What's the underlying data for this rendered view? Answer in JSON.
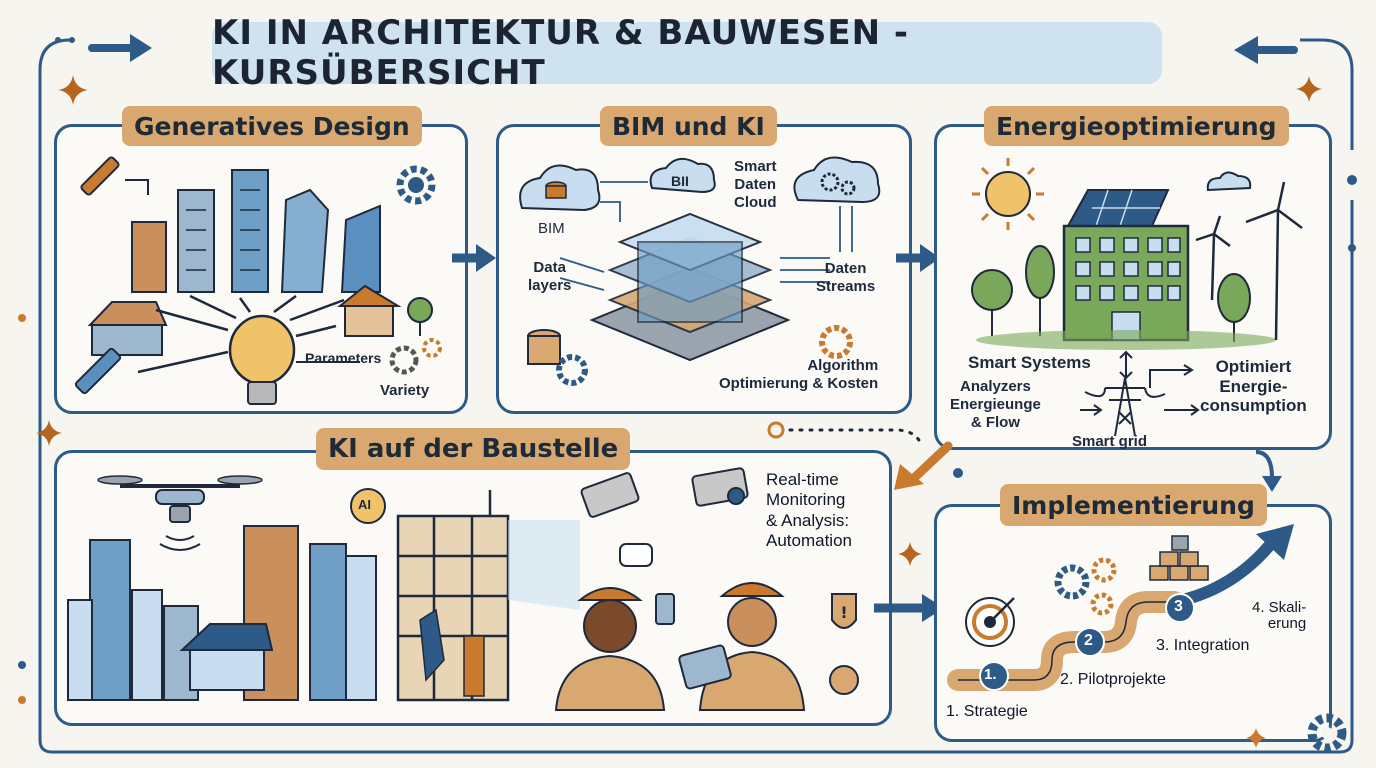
{
  "title": "KI IN ARCHITEKTUR & BAUWESEN - KURSÜBERSICHT",
  "colors": {
    "frame_blue": "#2d5a86",
    "accent_tan": "#d8a870",
    "banner_blue": "#cfe2f0",
    "building_green": "#7aa85a",
    "orange": "#c97a2e"
  },
  "panels": {
    "generative_design": {
      "title": "Generatives Design",
      "labels": {
        "parameters": "Parameters",
        "variety": "Variety"
      },
      "icons": [
        "pencil-icon",
        "building-icon",
        "gear-icon",
        "lightbulb-icon",
        "house-icon",
        "tree-icon"
      ]
    },
    "bim_ki": {
      "title": "BIM und KI",
      "labels": {
        "bim": "BIM",
        "bii": "BII",
        "smart_cloud": "Smart\nDaten\nCloud",
        "data_layers": "Data\nlayers",
        "daten_streams": "Daten\nStreams",
        "algorithm": "Algorithm\nOptimierung & Kosten"
      },
      "icons": [
        "cloud-icon",
        "database-icon",
        "gear-icon",
        "layered-building-icon"
      ]
    },
    "energie": {
      "title": "Energieoptimierung",
      "labels": {
        "smart_systems": "Smart Systems",
        "analyzers": "Analyzers\nEnergieunge\n& Flow",
        "optimiert": "Optimiert\nEnergie-\nconsumption",
        "smart_grid": "Smart grid"
      },
      "icons": [
        "sun-icon",
        "solar-panel-icon",
        "wind-turbine-icon",
        "tree-icon",
        "power-pylon-icon"
      ]
    },
    "baustelle": {
      "title": "KI auf der Baustelle",
      "labels": {
        "ai_badge": "AI",
        "monitoring": "Real-time\nMonitoring\n& Analysis:\nAutomation"
      },
      "icons": [
        "drone-icon",
        "camera-icon",
        "worker-icon",
        "warning-icon",
        "tablet-icon",
        "scaffold-icon"
      ]
    },
    "implementierung": {
      "title": "Implementierung",
      "steps": [
        {
          "num": "1.",
          "label": "1. Strategie"
        },
        {
          "num": "2",
          "label": "2. Pilotprojekte"
        },
        {
          "num": "3",
          "label": "3. Integration"
        },
        {
          "num": "",
          "label": "4. Skali-\nerung"
        }
      ],
      "icons": [
        "target-icon",
        "gear-icon",
        "blocks-icon",
        "arrow-up-icon"
      ]
    }
  }
}
